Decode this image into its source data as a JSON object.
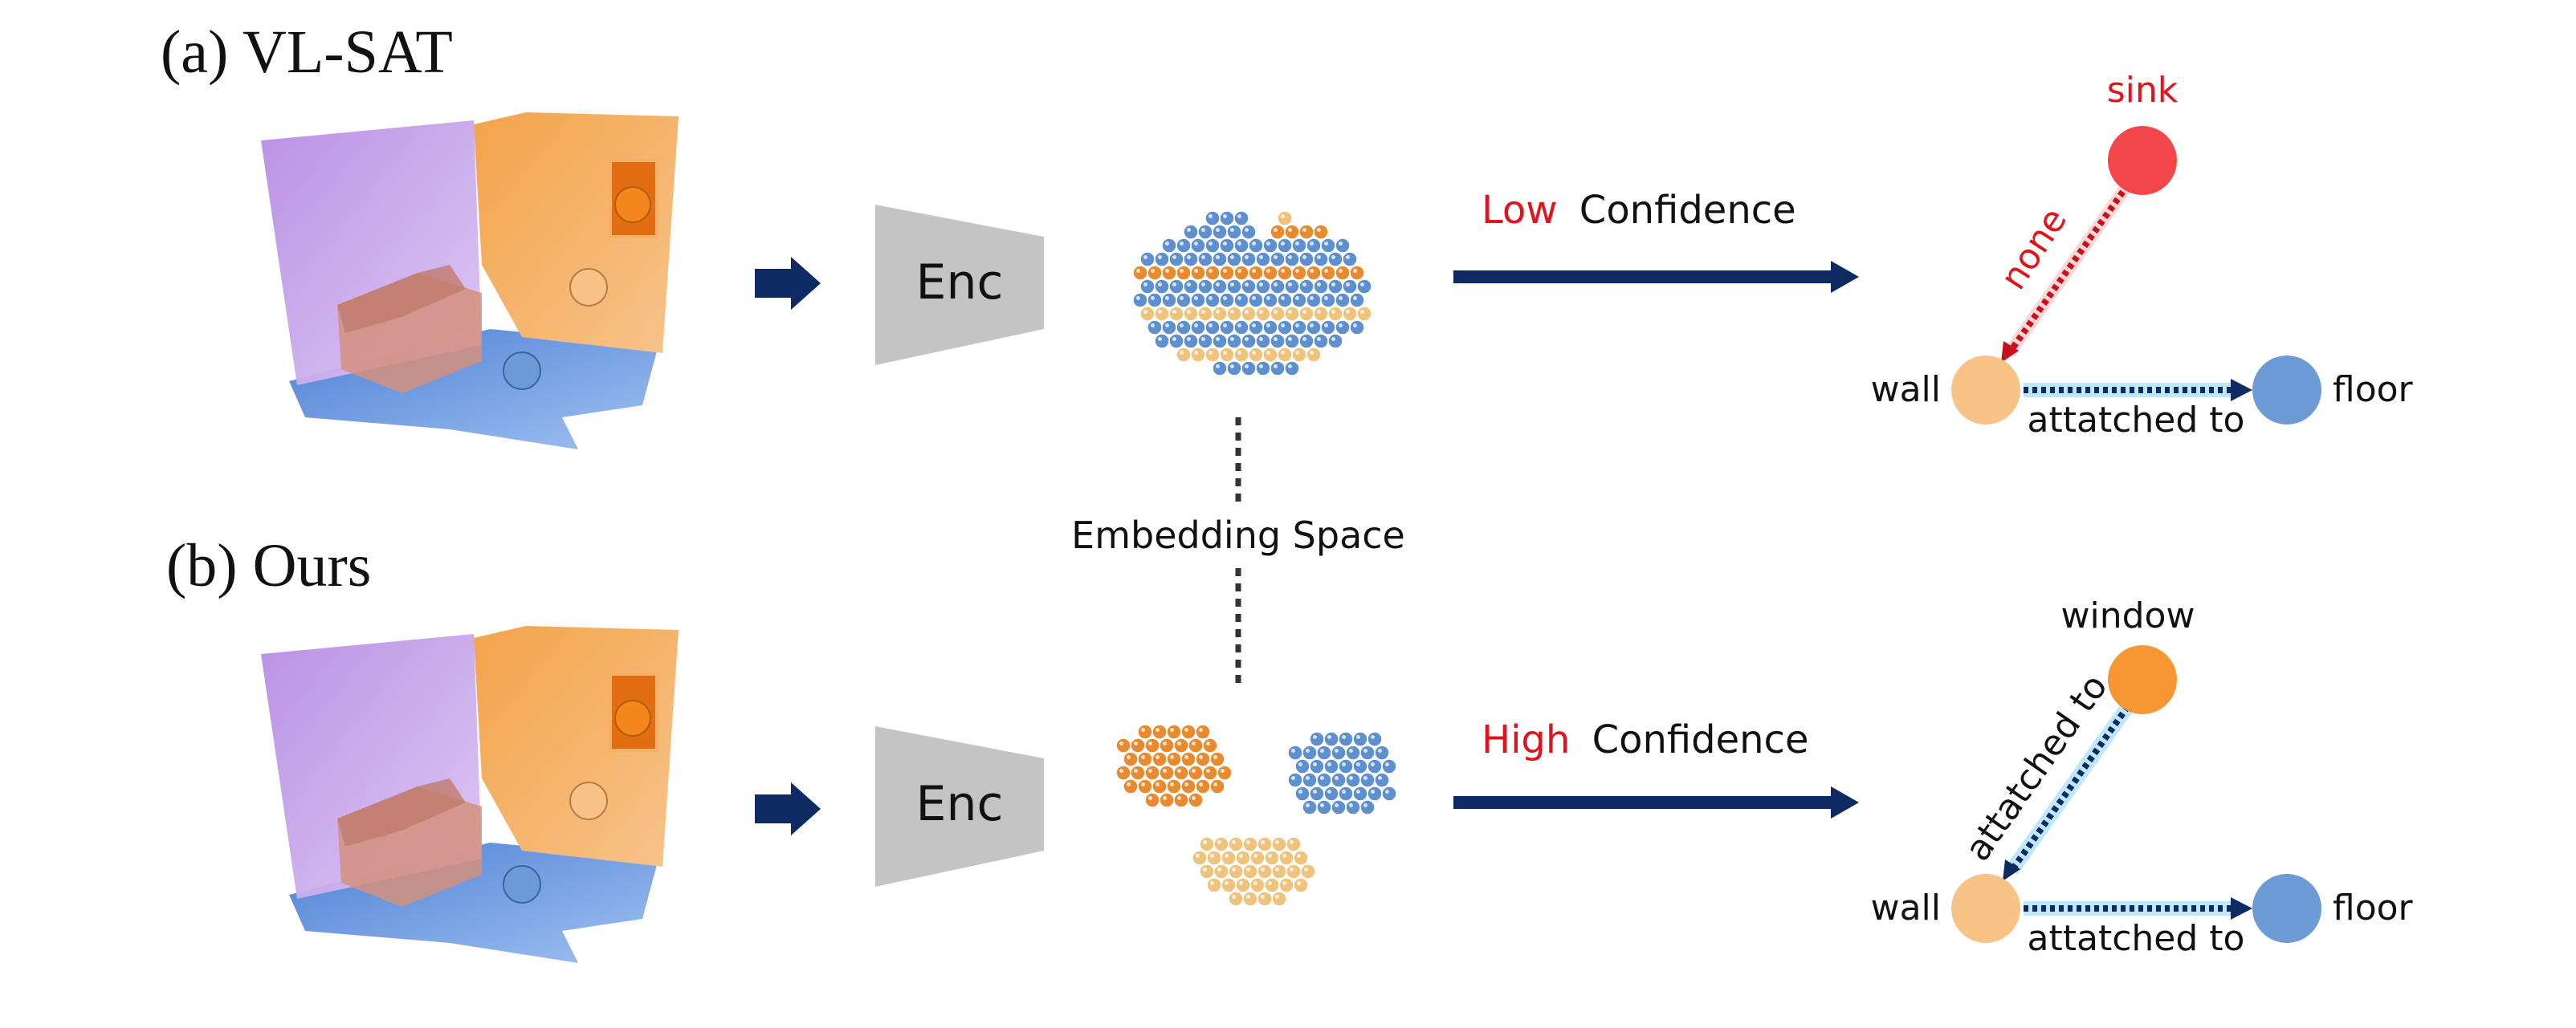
{
  "panels": {
    "a": {
      "title": "(a) VL-SAT",
      "encoder_label": "Enc",
      "confidence_level": "Low",
      "confidence_word": "Confidence",
      "graph": {
        "nodes": {
          "top": "sink",
          "left": "wall",
          "right": "floor"
        },
        "edges": {
          "diagonal": "none",
          "horizontal": "attatched to"
        }
      }
    },
    "b": {
      "title": "(b) Ours",
      "encoder_label": "Enc",
      "confidence_level": "High",
      "confidence_word": "Confidence",
      "graph": {
        "nodes": {
          "top": "window",
          "left": "wall",
          "right": "floor"
        },
        "edges": {
          "diagonal": "attatched to",
          "horizontal": "attatched to"
        }
      }
    }
  },
  "embedding_label": "Embedding Space",
  "colors": {
    "arrow": "#0d2a63",
    "highlight_red": "#e0141e",
    "encoder_gray": "#c4c4c4",
    "node_wall": "#f9c387",
    "node_floor": "#6d9bd6",
    "node_sink": "#f4474b",
    "node_window": "#f79633",
    "dot_orange": "#e98a2f",
    "dot_blue": "#5e8fce",
    "dot_tan": "#f0c37d",
    "room_purple": "#c7a6ec",
    "room_orange": "#f0a65a",
    "room_floor_blue": "#6a9ae0",
    "room_sofa": "#d99a86"
  }
}
